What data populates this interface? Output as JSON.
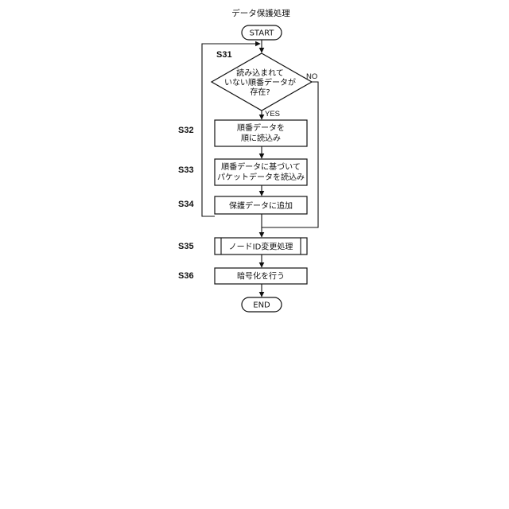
{
  "diagram": {
    "title": "データ保護処理",
    "start": "START",
    "end": "END",
    "steps": {
      "s31": {
        "label": "S31",
        "lines": [
          "読み込まれて",
          "いない順番データが",
          "存在?"
        ],
        "yes": "YES",
        "no": "NO"
      },
      "s32": {
        "label": "S32",
        "lines": [
          "順番データを",
          "順に読込み"
        ]
      },
      "s33": {
        "label": "S33",
        "lines": [
          "順番データに基づいて",
          "パケットデータを読込み"
        ]
      },
      "s34": {
        "label": "S34",
        "lines": [
          "保護データに追加"
        ]
      },
      "s35": {
        "label": "S35",
        "lines": [
          "ノードID変更処理"
        ]
      },
      "s36": {
        "label": "S36",
        "lines": [
          "暗号化を行う"
        ]
      }
    }
  }
}
